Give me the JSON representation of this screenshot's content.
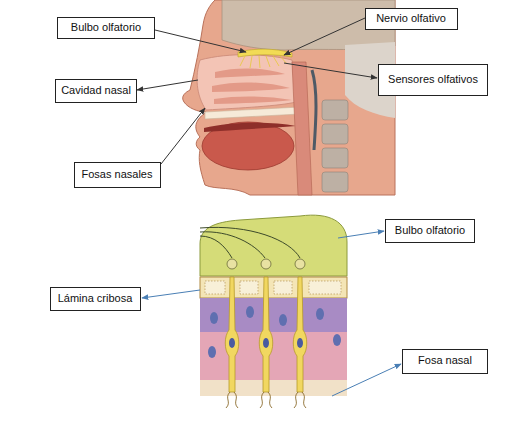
{
  "diagram": {
    "nodes": [
      {
        "text": [
          "Bulbo olfatorio"
        ]
      },
      {
        "text": [
          "Nervio olfativo"
        ]
      },
      {
        "text": [
          "Cavidad nasal"
        ]
      },
      {
        "text": [
          "Sensores olfativos"
        ]
      },
      {
        "text": [
          "Fosas nasales"
        ]
      },
      {
        "text": [
          "Bulbo olfatorio"
        ]
      },
      {
        "text": [
          "Lámina cribosa"
        ]
      },
      {
        "text": [
          "Fosa nasal"
        ]
      }
    ]
  }
}
